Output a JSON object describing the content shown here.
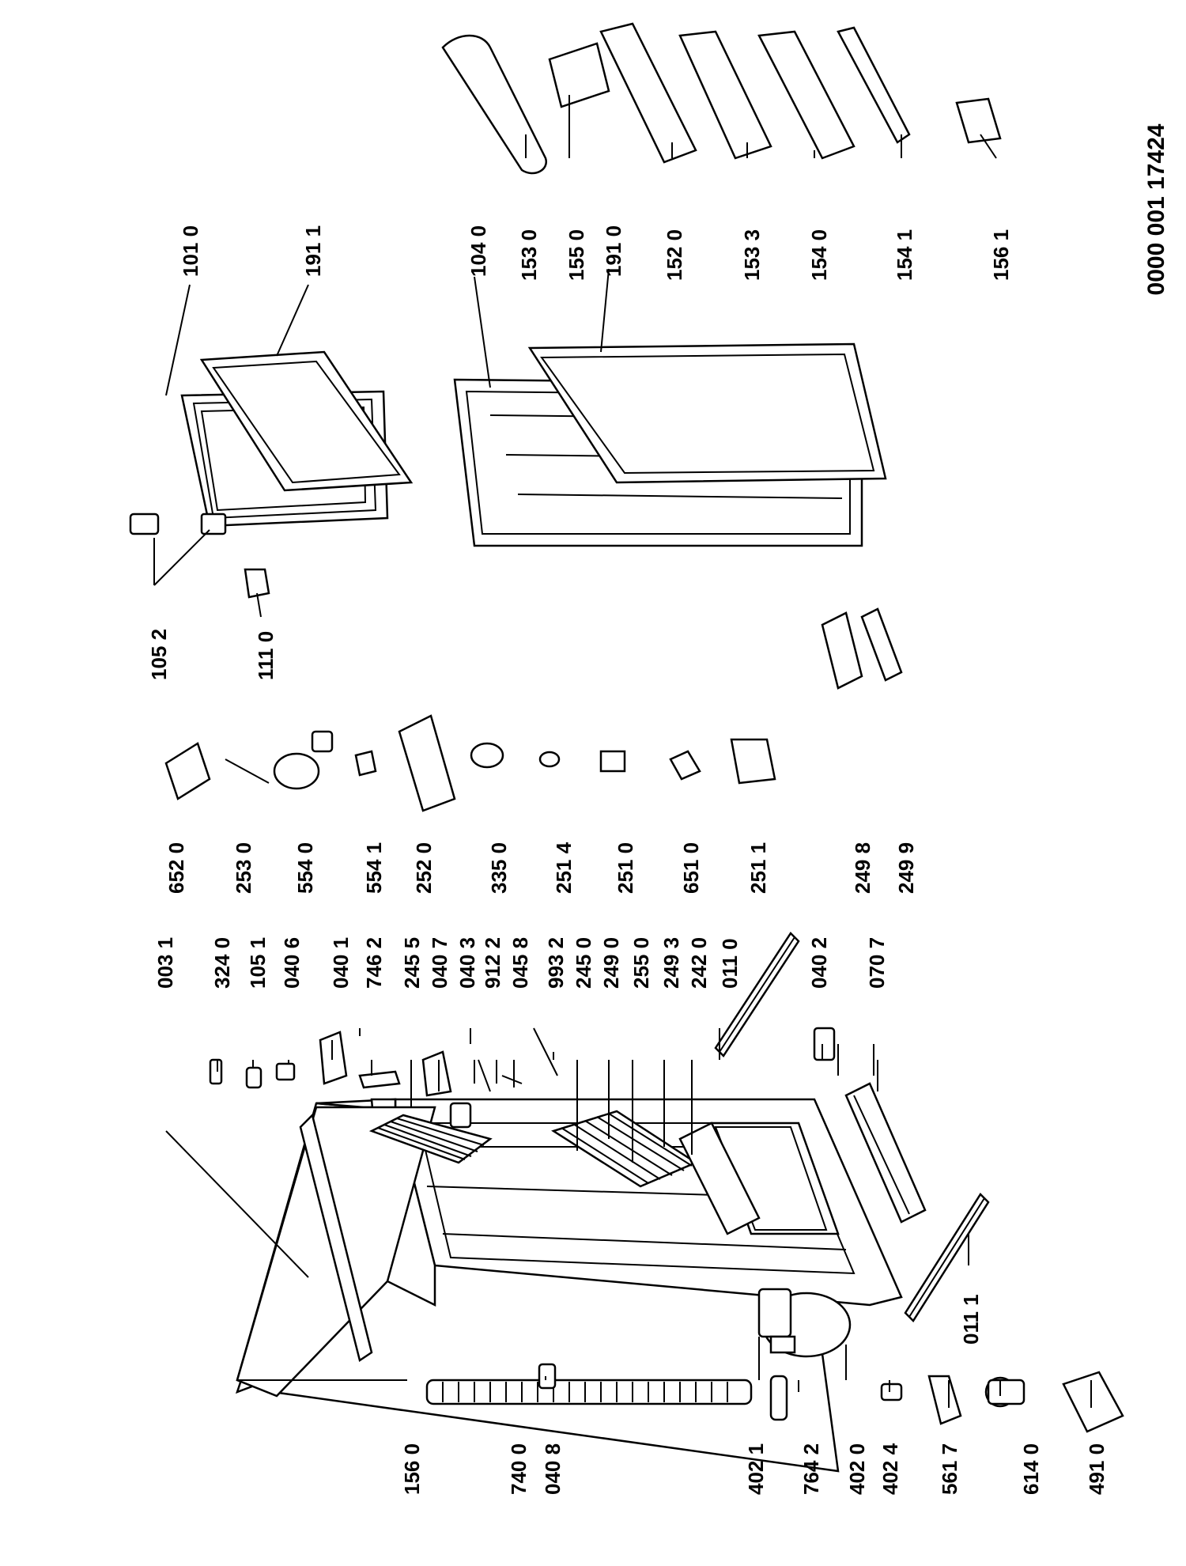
{
  "document_id": "0000 001 17424",
  "labels": {
    "l0031": "003 1",
    "l3240": "324 0",
    "l1051": "105 1",
    "l0406": "040 6",
    "l0401": "040 1",
    "l7462": "746 2",
    "l2455": "245 5",
    "l0407": "040 7",
    "l0403": "040 3",
    "l9122": "912 2",
    "l0458": "045 8",
    "l9932": "993 2",
    "l2450": "245 0",
    "l2490": "249 0",
    "l2550": "255 0",
    "l2493": "249 3",
    "l2420": "242 0",
    "l0110": "011 0",
    "l0402": "040 2",
    "l0707": "070 7",
    "l0111": "011 1",
    "l1560": "156 0",
    "l7400": "740 0",
    "l0408": "040 8",
    "l4021": "402 1",
    "l7642": "764 2",
    "l4020": "402 0",
    "l4024": "402 4",
    "l5617": "561 7",
    "l6140": "614 0",
    "l4910": "491 0",
    "l6520": "652 0",
    "l2530": "253 0",
    "l5540": "554 0",
    "l5541": "554 1",
    "l2520": "252 0",
    "l3350": "335 0",
    "l2514": "251 4",
    "l2510": "251 0",
    "l6510": "651 0",
    "l2511": "251 1",
    "l2498": "249 8",
    "l2499": "249 9",
    "l1052": "105 2",
    "l1110": "111 0",
    "l1010": "101 0",
    "l1911": "191 1",
    "l1040": "104 0",
    "l1910": "191 0",
    "l1530": "153 0",
    "l1550": "155 0",
    "l1520": "152 0",
    "l1533": "153 3",
    "l1540": "154 0",
    "l1541": "154 1",
    "l1561": "156 1"
  }
}
